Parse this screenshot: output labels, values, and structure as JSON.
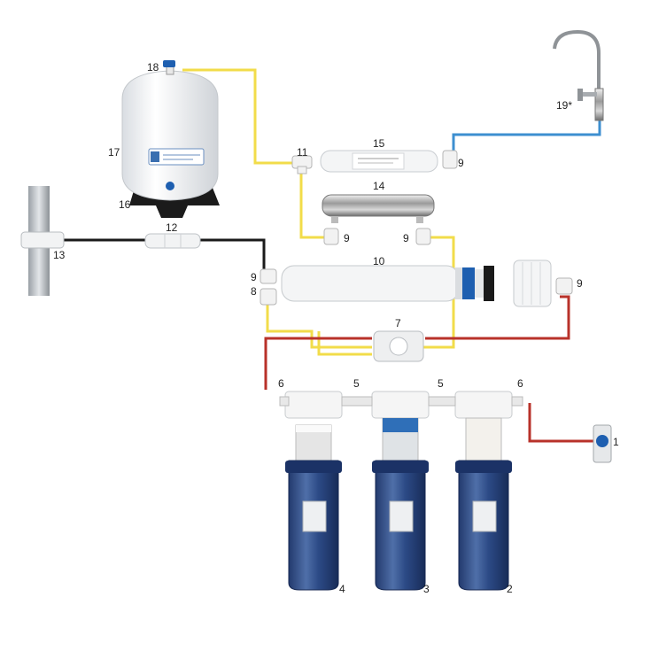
{
  "labels": {
    "l1": "1",
    "l2": "2",
    "l3": "3",
    "l4": "4",
    "l5a": "5",
    "l5b": "5",
    "l6a": "6",
    "l6b": "6",
    "l7": "7",
    "l8": "8",
    "l9a": "9",
    "l9b": "9",
    "l9c": "9",
    "l9d": "9",
    "l9e": "9",
    "l10": "10",
    "l11": "11",
    "l12": "12",
    "l13": "13",
    "l14": "14",
    "l15": "15",
    "l16": "16",
    "l17": "17",
    "l18": "18",
    "l19": "19*"
  },
  "colors": {
    "pipe_yellow": "#f2dc4a",
    "pipe_red": "#b8322a",
    "pipe_blue": "#3d8fd0",
    "pipe_black": "#1a1a1a",
    "housing_blue": "#1f3c78",
    "cap_white": "#f5f5f5",
    "membrane_blue": "#1e5fb0"
  }
}
